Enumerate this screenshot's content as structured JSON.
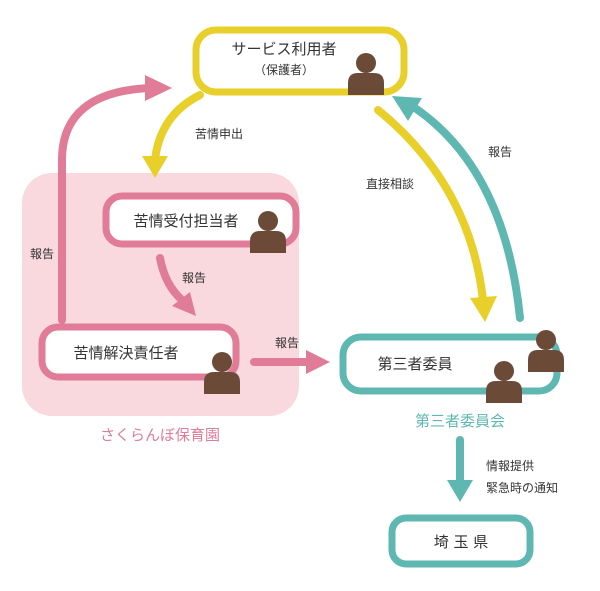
{
  "nodes": {
    "user": {
      "label": "サービス利用者",
      "sub": "（保護者）"
    },
    "intake": {
      "label": "苦情受付担当者"
    },
    "resolver": {
      "label": "苦情解決責任者"
    },
    "committee": {
      "label": "第三者委員"
    },
    "prefecture": {
      "label": "埼 玉 県"
    }
  },
  "groups": {
    "nursery": {
      "label": "さくらんぼ保育園"
    },
    "committee": {
      "label": "第三者委員会"
    }
  },
  "edges": {
    "complaint": "苦情申出",
    "report_intake": "報告",
    "report_resolver": "報告",
    "report_committee": "報告",
    "direct": "直接相談",
    "report_user": "報告",
    "info_line1": "情報提供",
    "info_line2": "緊急時の通知"
  },
  "colors": {
    "yellow": "#e8cf2a",
    "pink": "#e07c97",
    "teal": "#5fb7b2",
    "person": "#6b4a37",
    "group_fill": "#f9d9de",
    "text": "#333333"
  },
  "icons": {
    "person": "person-silhouette-icon"
  }
}
